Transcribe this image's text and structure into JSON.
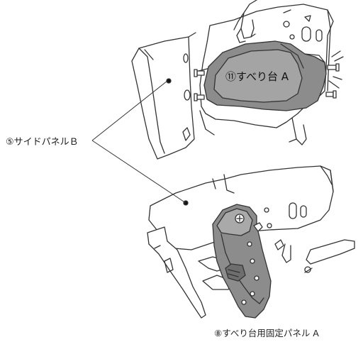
{
  "labels": {
    "side_panel_b": "⑤サイドパネルＢ",
    "slide_a": "⑪すべり台 A",
    "slide_fixing_panel_a": "⑧すべり台用固定パネル A"
  },
  "colors": {
    "line": "#333333",
    "part_fill": "#8c8c8c",
    "part_fill_dark": "#6e6e6e",
    "part_highlight": "#a9a9a9",
    "background": "#ffffff"
  }
}
